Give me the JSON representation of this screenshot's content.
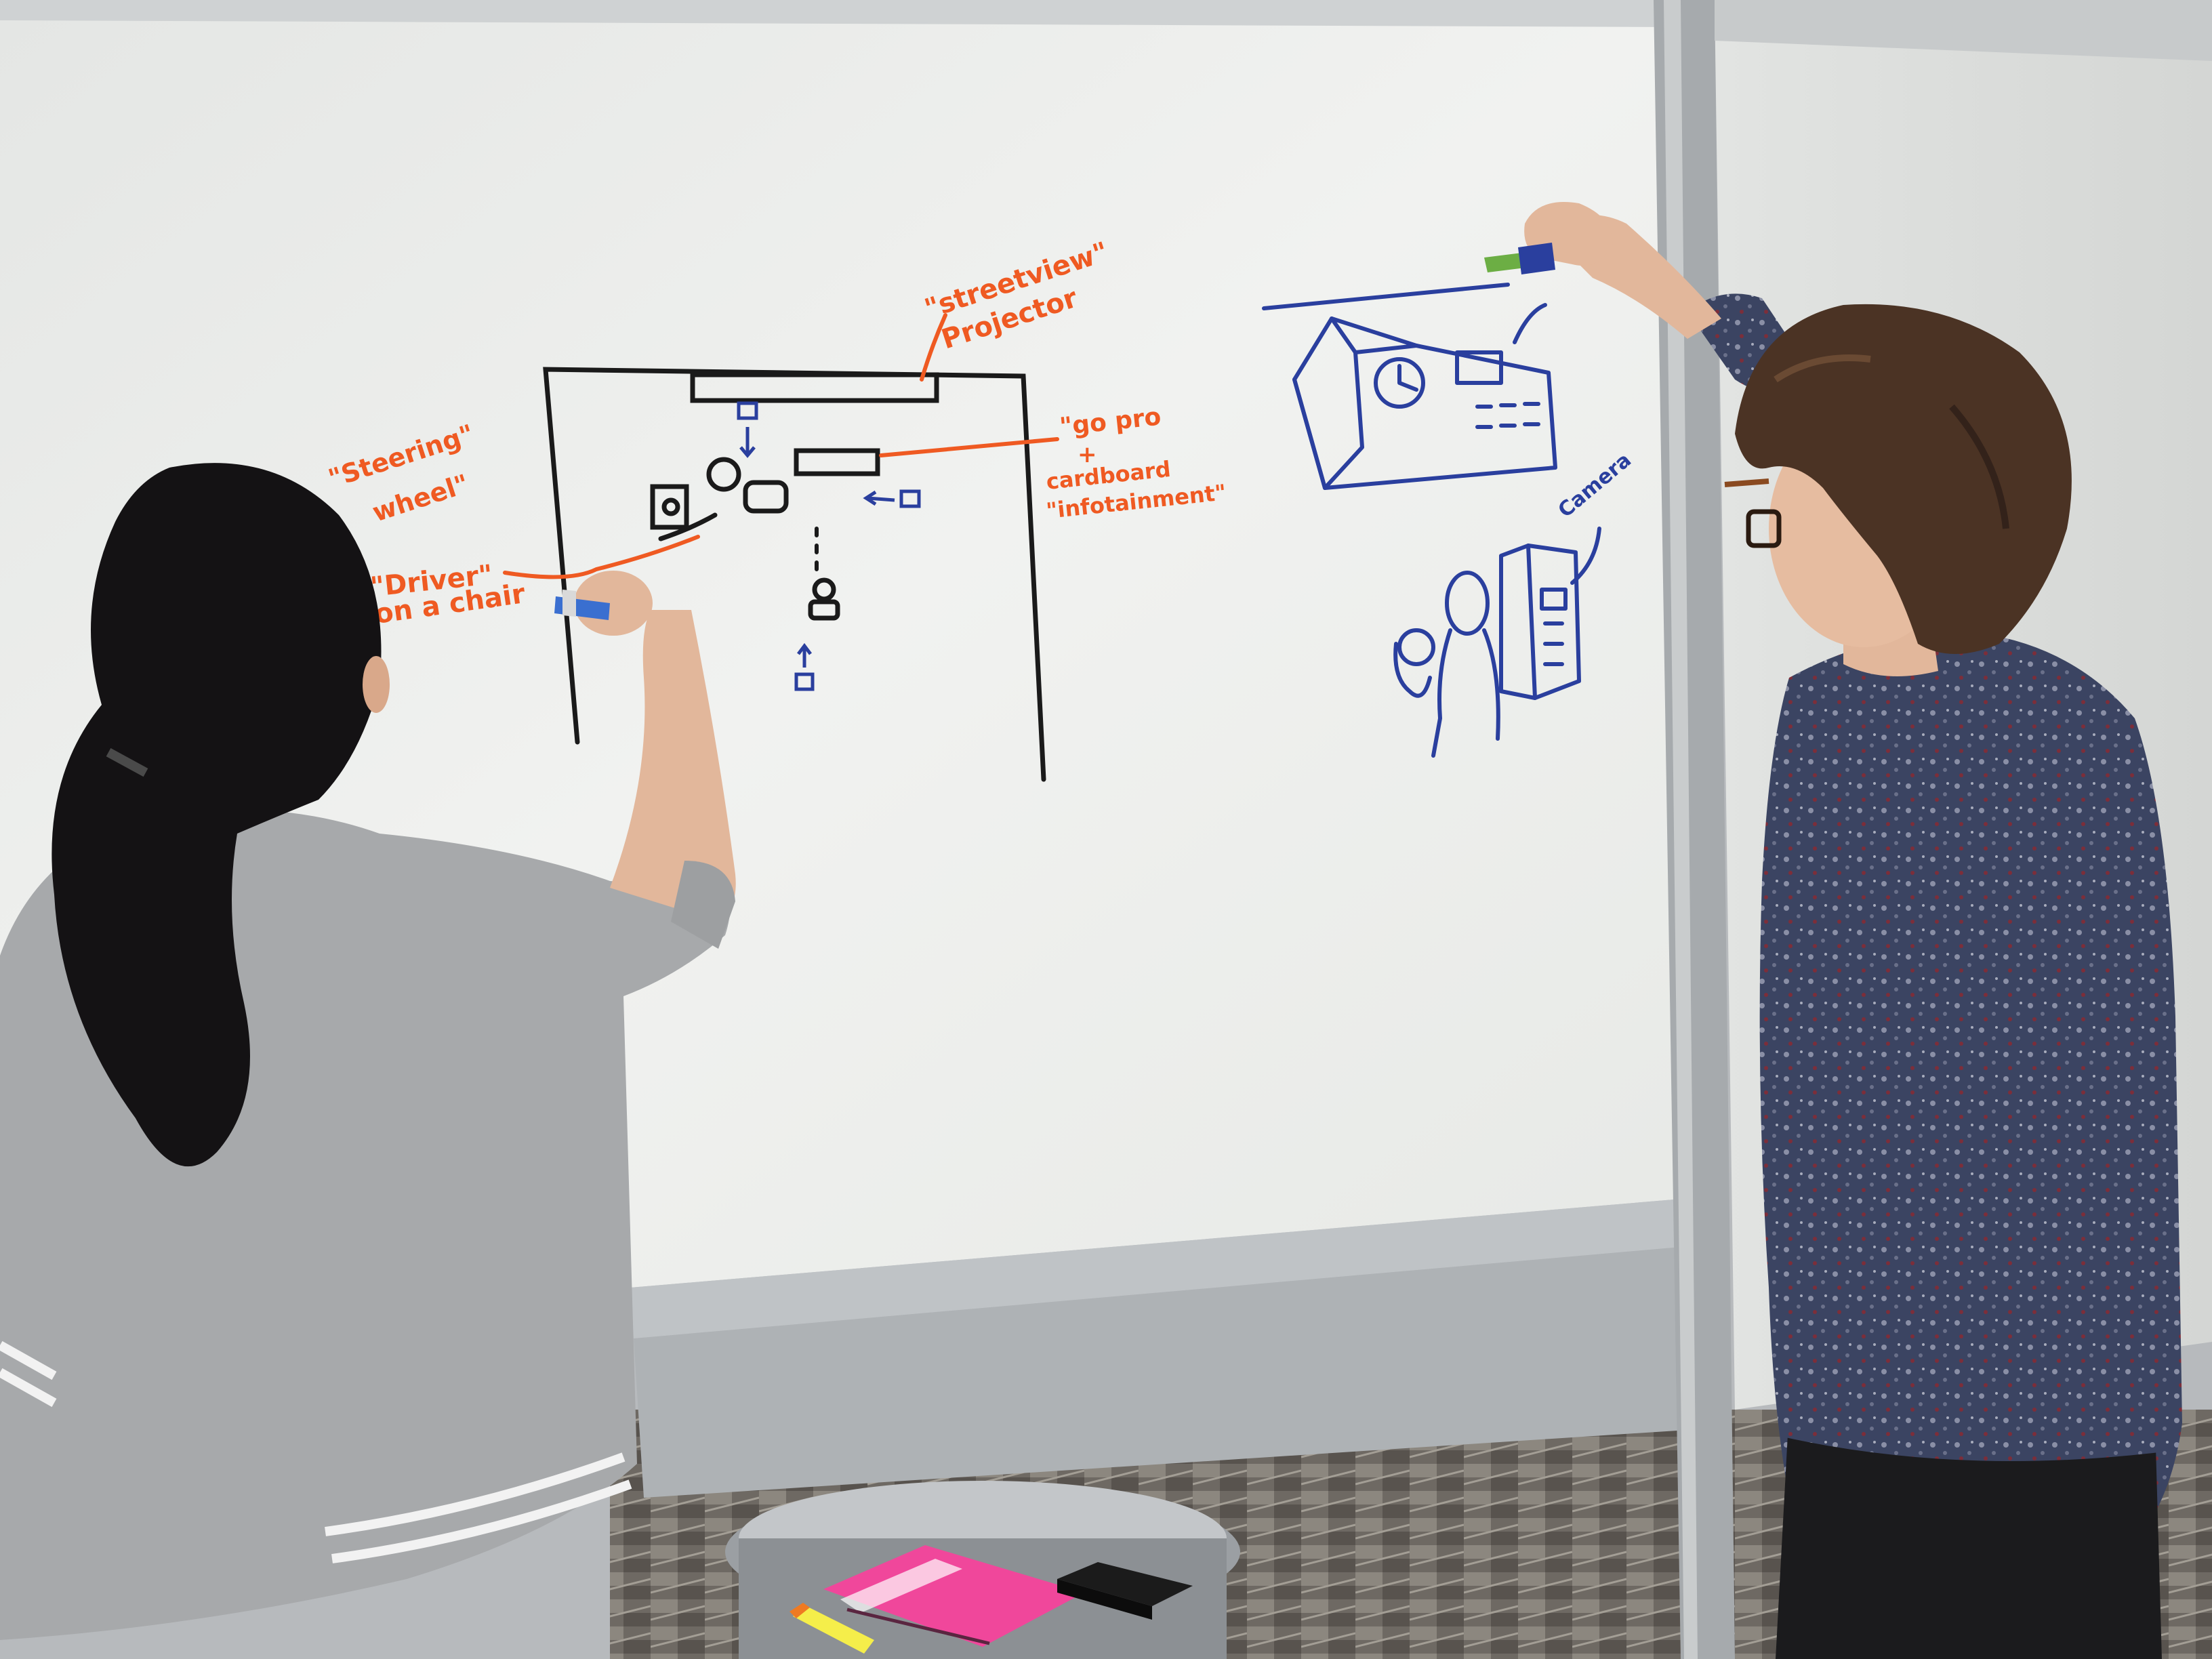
{
  "colors": {
    "board": "#eef0ee",
    "board_edge": "#dfe1df",
    "frame": "#a9adb0",
    "carpet": "#6b6660",
    "marker_orange": "#ef5a22",
    "marker_black": "#1a1a1a",
    "marker_blue": "#2a3f9e",
    "hair_woman": "#141214",
    "sweatshirt": "#a7a9ab",
    "sweater_man": "#3d4766",
    "hair_man": "#4b3324",
    "skin": "#e2b79b",
    "pencil_case": "#f0479b"
  },
  "whiteboard": {
    "orange_labels": {
      "streetview_1": "\"streetview\"",
      "streetview_2": "Projector",
      "steering_1": "\"Steering\"",
      "steering_2": "wheel\"",
      "gopro_1": "\"go pro",
      "gopro_plus": "+",
      "gopro_2": "cardboard",
      "gopro_3": "\"infotainment\"",
      "driver_1": "\"Driver\"",
      "driver_2": "on a chair"
    },
    "blue_labels": {
      "camera": "Camera"
    }
  },
  "icons": {
    "orange_marker": "marker-icon",
    "blue_marker": "marker-icon",
    "eraser": "eraser-icon",
    "pencil_case": "pencil-case-icon"
  }
}
